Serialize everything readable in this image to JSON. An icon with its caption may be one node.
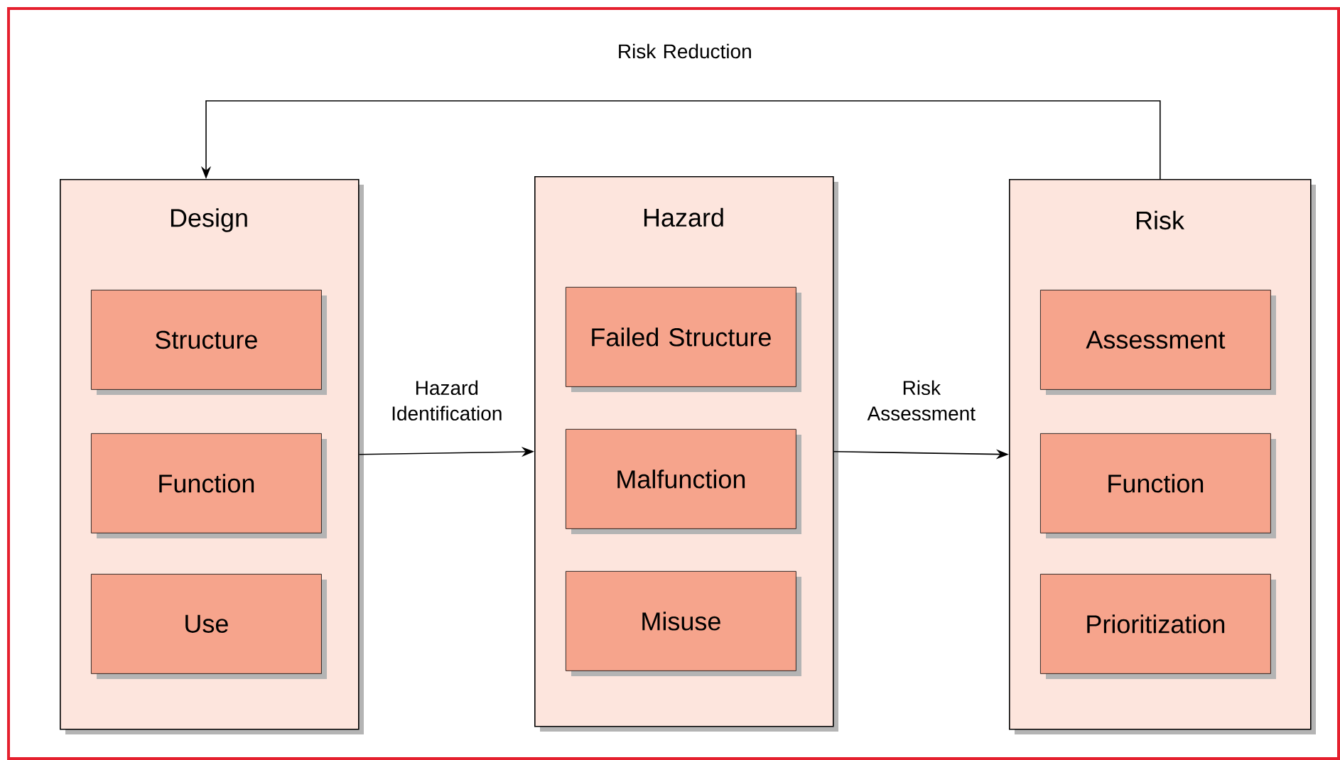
{
  "diagram": {
    "nodes": [
      {
        "text": [
          "Design"
        ]
      },
      {
        "text": [
          "Structure"
        ],
        "in": 0
      },
      {
        "text": [
          "Function"
        ],
        "in": 0
      },
      {
        "text": [
          "Use"
        ],
        "in": 0
      },
      {
        "text": [
          "Hazard"
        ]
      },
      {
        "text": [
          "Failed Structure"
        ],
        "in": 4
      },
      {
        "text": [
          "Malfunction"
        ],
        "in": 4
      },
      {
        "text": [
          "Misuse"
        ],
        "in": 4
      },
      {
        "text": [
          "Risk"
        ]
      },
      {
        "text": [
          "Assessment"
        ],
        "in": 8
      },
      {
        "text": [
          "Function"
        ],
        "in": 8
      },
      {
        "text": [
          "Prioritization"
        ],
        "in": 8
      }
    ],
    "edges": [
      {
        "from": 0,
        "to": 4,
        "arrow": "to",
        "label": "Hazard Identification"
      },
      {
        "from": 4,
        "to": 8,
        "arrow": "to",
        "label": "Risk Assessment"
      },
      {
        "from": 8,
        "to": 0,
        "arrow": "to",
        "label": "Risk Reduction"
      }
    ]
  }
}
